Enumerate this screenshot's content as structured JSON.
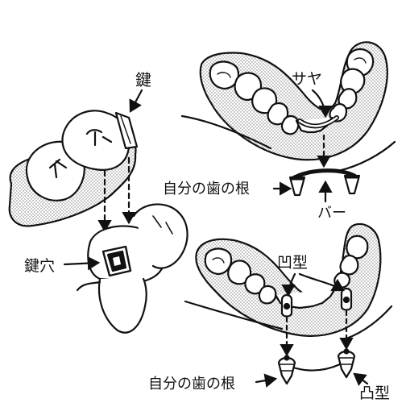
{
  "labels": {
    "key": "鍵",
    "keyhole": "鍵穴",
    "sheath": "サヤ",
    "own_root_top": "自分の歯の根",
    "bar": "バー",
    "concave": "凹型",
    "own_root_bottom": "自分の歯の根",
    "convex": "凸型"
  },
  "colors": {
    "ink": "#111111",
    "gum_stipple": "#9a9a9a",
    "background": "#ffffff"
  }
}
